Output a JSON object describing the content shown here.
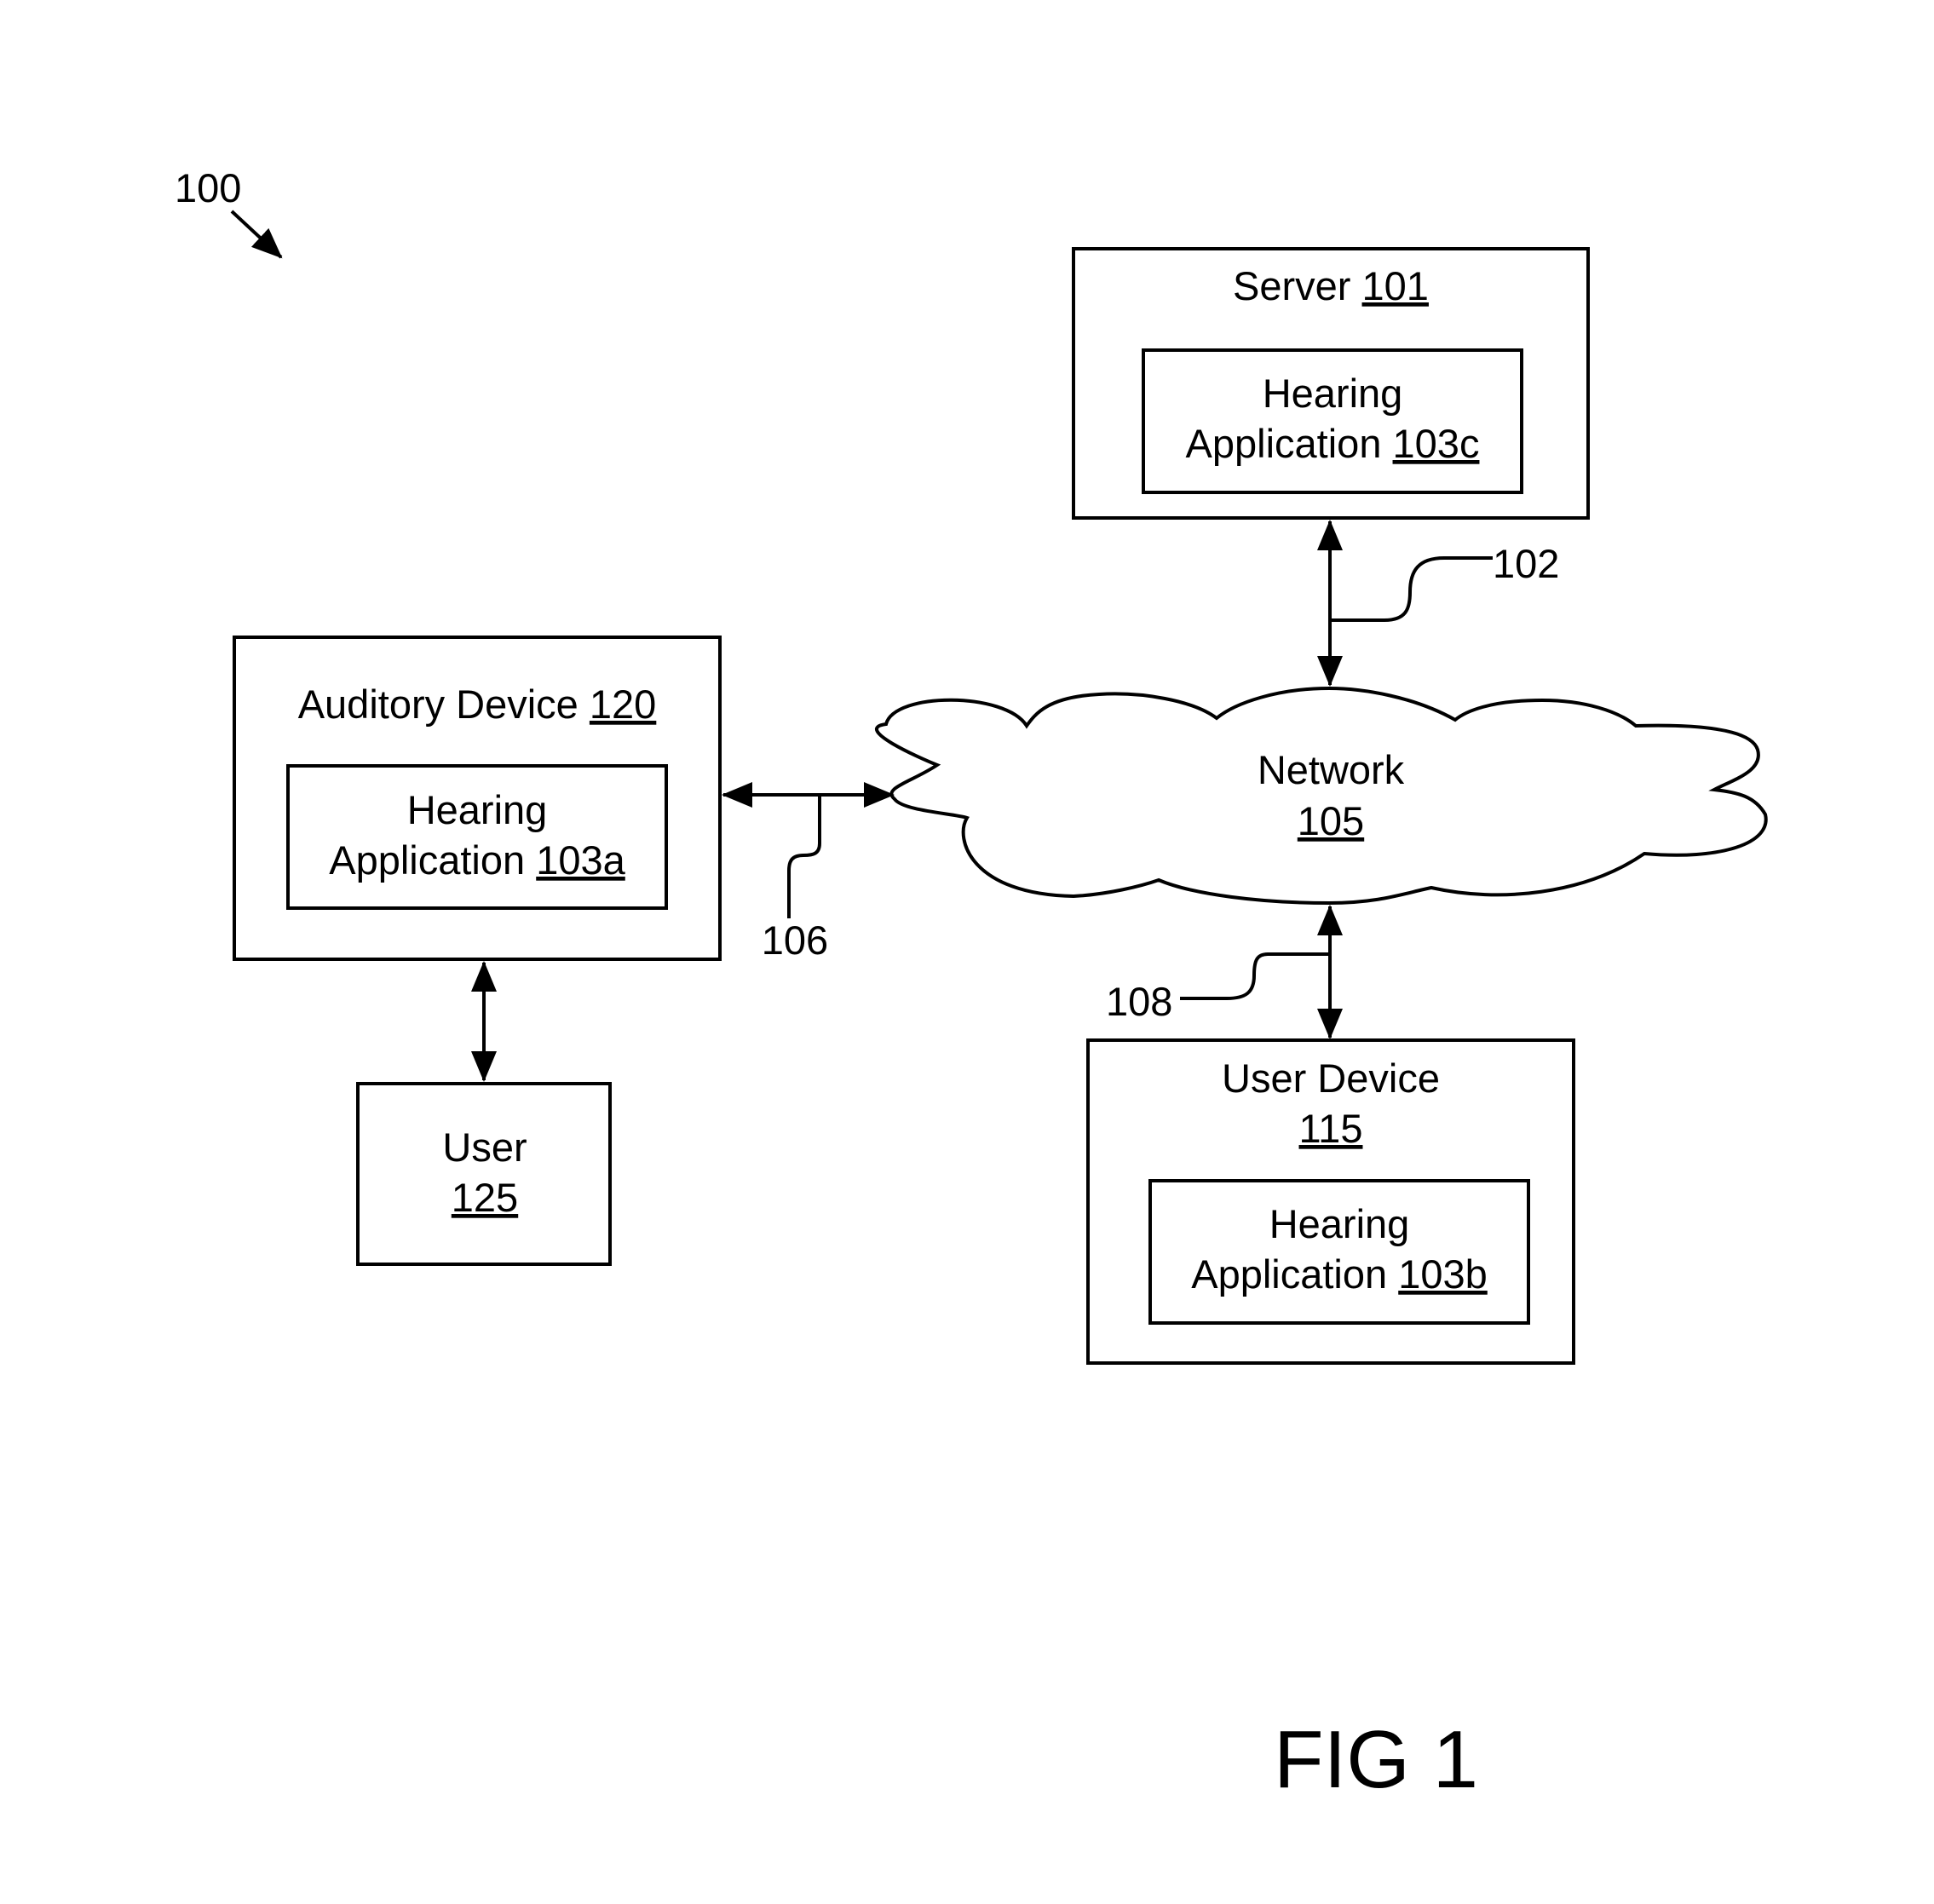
{
  "diagram_ref": "100",
  "figure_label": "FIG 1",
  "server": {
    "name": "Server",
    "ref": "101",
    "app": {
      "line1": "Hearing",
      "line2": "Application",
      "ref": "103c"
    }
  },
  "auditory_device": {
    "name": "Auditory Device",
    "ref": "120",
    "app": {
      "line1": "Hearing",
      "line2": "Application",
      "ref": "103a"
    }
  },
  "network": {
    "name": "Network",
    "ref": "105"
  },
  "user_device": {
    "name": "User Device",
    "ref": "115",
    "app": {
      "line1": "Hearing",
      "line2": "Application",
      "ref": "103b"
    }
  },
  "user": {
    "name": "User",
    "ref": "125"
  },
  "links": {
    "server_network": "102",
    "auditory_network": "106",
    "user_device_network": "108"
  },
  "colors": {
    "stroke": "#000000",
    "background": "#ffffff"
  }
}
